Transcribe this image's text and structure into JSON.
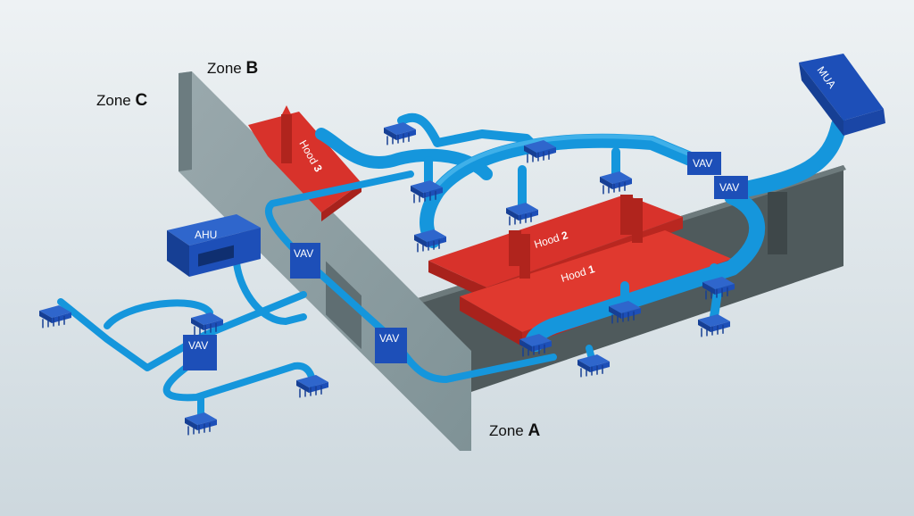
{
  "zones": {
    "a": {
      "prefix": "Zone ",
      "letter": "A"
    },
    "b": {
      "prefix": "Zone ",
      "letter": "B"
    },
    "c": {
      "prefix": "Zone ",
      "letter": "C"
    }
  },
  "units": {
    "mua": "MUA",
    "ahu": "AHU",
    "vav": "VAV"
  },
  "hoods": {
    "hood1": {
      "prefix": "Hood ",
      "num": "1"
    },
    "hood2": {
      "prefix": "Hood ",
      "num": "2"
    },
    "hood3": {
      "prefix": "Hood ",
      "num": "3"
    }
  },
  "colors": {
    "duct": "#1596dc",
    "unit": "#1d4fb8",
    "hood": "#d8322b",
    "wall": "#8e9ea2"
  }
}
